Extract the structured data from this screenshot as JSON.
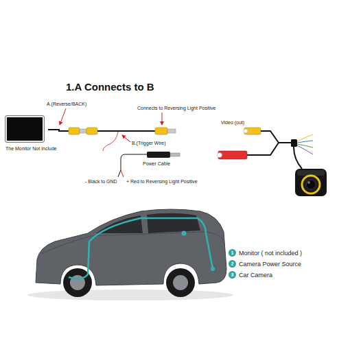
{
  "diagram": {
    "title": "1.A Connects to B",
    "nodes": [
      {
        "text": [
          "The Monitor Not Include"
        ]
      }
    ],
    "labels": [
      "A.(Reverse/BACK)",
      "Connects to Reversing Light Positive",
      "B.(Trigger Wire)",
      "Power Cable",
      "Video (out)",
      "- Black to GND",
      "+ Red to Reversing Light Positive",
      "1",
      "2",
      "3"
    ],
    "legend": [
      {
        "text": "Monitor ( not included )",
        "color": "#2aa7a3"
      },
      {
        "text": "Camera Power Source",
        "color": "#2aa7a3"
      },
      {
        "text": "Car Camera",
        "color": "#2aa7a3"
      }
    ]
  }
}
